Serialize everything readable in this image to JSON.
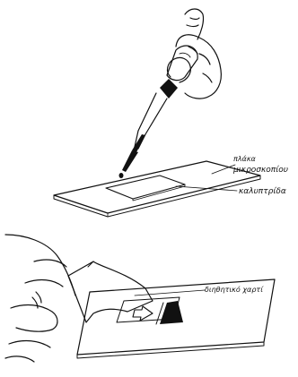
{
  "labels": {
    "slide_line1": "πλάκα",
    "slide_line2": "μικροσκοπίου",
    "coverslip": "καλυπτρίδα",
    "filter_paper": "διηθητικό χαρτί"
  },
  "colors": {
    "ink": "#111111",
    "background": "#ffffff",
    "paper_dots": "#888888"
  }
}
